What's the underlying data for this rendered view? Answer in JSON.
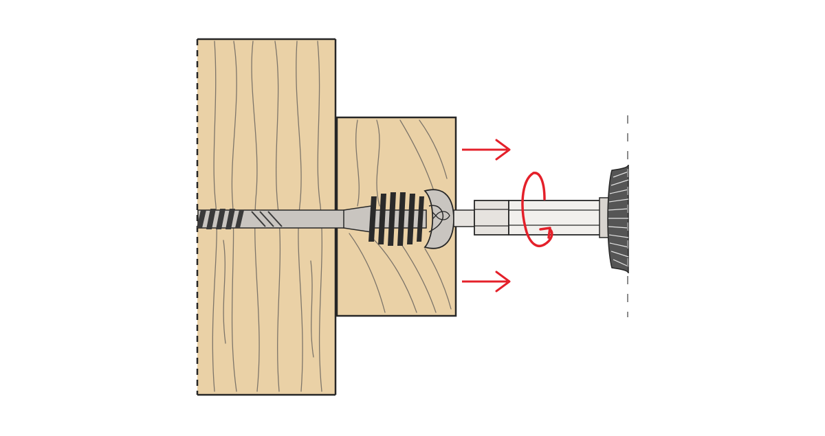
{
  "diagram": {
    "title": "",
    "caption": "",
    "colors": {
      "background": "#ffffff",
      "wood_fill": "#ead1a6",
      "wood_grain": "#7c7469",
      "outline": "#262626",
      "screw_metal": "#c9c5c0",
      "screw_dark": "#3a3a3a",
      "motion_arrow": "#e4202a"
    },
    "icons": [
      "pull-right-arrow-icon",
      "rotation-arrow-icon"
    ],
    "depicted_parts": [
      "thick-wood-block",
      "thin-wood-block",
      "screw",
      "drive-bit",
      "setting-tool-flange"
    ]
  }
}
